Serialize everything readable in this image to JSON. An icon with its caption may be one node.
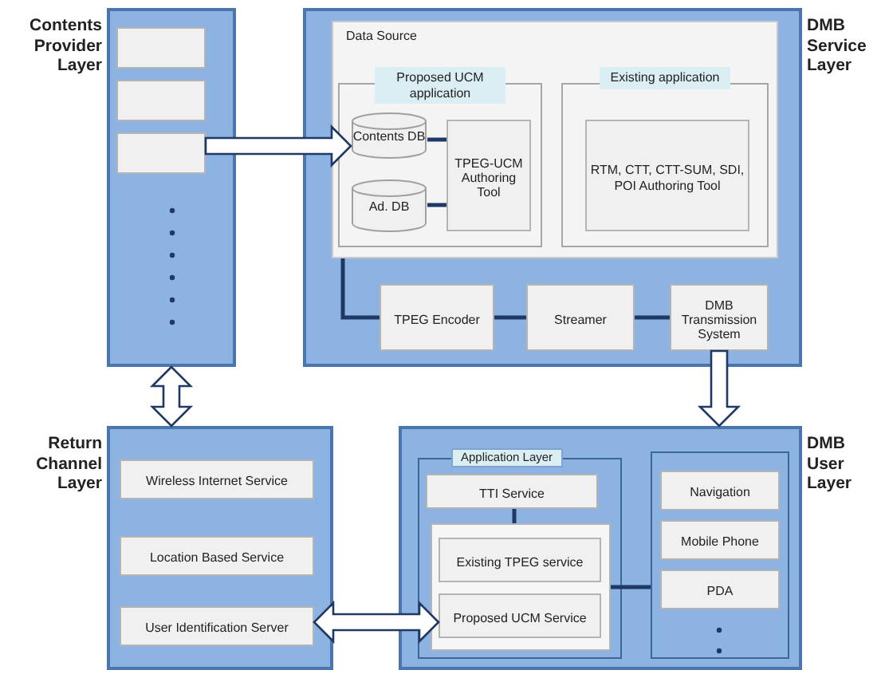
{
  "diagram": {
    "nodes": [
      {
        "text": [
          "Contents Provider Layer"
        ]
      },
      {
        "text": [],
        "shape": "box",
        "in": 0
      },
      {
        "text": [],
        "shape": "box",
        "in": 0
      },
      {
        "text": [],
        "shape": "box",
        "in": 0
      },
      {
        "text": [
          "DMB Service Layer"
        ]
      },
      {
        "text": [
          "Data Source"
        ],
        "in": 4
      },
      {
        "text": [
          "Proposed UCM application"
        ],
        "in": 5
      },
      {
        "text": [
          "Contents DB"
        ],
        "in": 6
      },
      {
        "text": [
          "Ad. DB"
        ],
        "in": 6
      },
      {
        "text": [
          "TPEG-UCM Authoring Tool"
        ],
        "in": 6
      },
      {
        "text": [
          "Existing application"
        ],
        "in": 5
      },
      {
        "text": [
          "RTM, CTT, CTT-SUM, SDI, POI Authoring Tool"
        ],
        "in": 10
      },
      {
        "text": [
          "TPEG Encoder"
        ],
        "in": 4
      },
      {
        "text": [
          "Streamer"
        ],
        "in": 4
      },
      {
        "text": [
          "DMB Transmission System"
        ],
        "in": 4
      },
      {
        "text": [
          "Return Channel Layer"
        ]
      },
      {
        "text": [
          "Wireless Internet Service"
        ],
        "in": 15
      },
      {
        "text": [
          "Location Based Service"
        ],
        "in": 15
      },
      {
        "text": [
          "User Identification Server"
        ],
        "in": 15
      },
      {
        "text": [
          "DMB User Layer"
        ]
      },
      {
        "text": [
          "Application Layer"
        ],
        "in": 19
      },
      {
        "text": [
          "TTI Service"
        ],
        "in": 20
      },
      {
        "text": [],
        "shape": "box",
        "in": 20
      },
      {
        "text": [
          "Existing TPEG service"
        ],
        "in": 22
      },
      {
        "text": [
          "Proposed UCM Service"
        ],
        "in": 22
      },
      {
        "text": [],
        "shape": "box",
        "in": 19
      },
      {
        "text": [
          "Navigation"
        ],
        "in": 25
      },
      {
        "text": [
          "Mobile Phone"
        ],
        "in": 25
      },
      {
        "text": [
          "PDA"
        ],
        "in": 25
      }
    ],
    "edges": [
      {
        "from": 3,
        "to": 7,
        "arrow": "to",
        "style": "thick"
      },
      {
        "from": 0,
        "to": 15,
        "arrow": "both",
        "style": "thick"
      },
      {
        "from": 14,
        "to": 19,
        "arrow": "to",
        "style": "thick"
      },
      {
        "from": 18,
        "to": 24,
        "arrow": "both",
        "style": "thick"
      },
      {
        "from": 7,
        "to": 9,
        "arrow": "none"
      },
      {
        "from": 8,
        "to": 9,
        "arrow": "none"
      },
      {
        "from": 5,
        "to": 12,
        "arrow": "none"
      },
      {
        "from": 12,
        "to": 13,
        "arrow": "none"
      },
      {
        "from": 13,
        "to": 14,
        "arrow": "none"
      },
      {
        "from": 21,
        "to": 22,
        "arrow": "none"
      },
      {
        "from": 22,
        "to": 25,
        "arrow": "none"
      }
    ]
  }
}
